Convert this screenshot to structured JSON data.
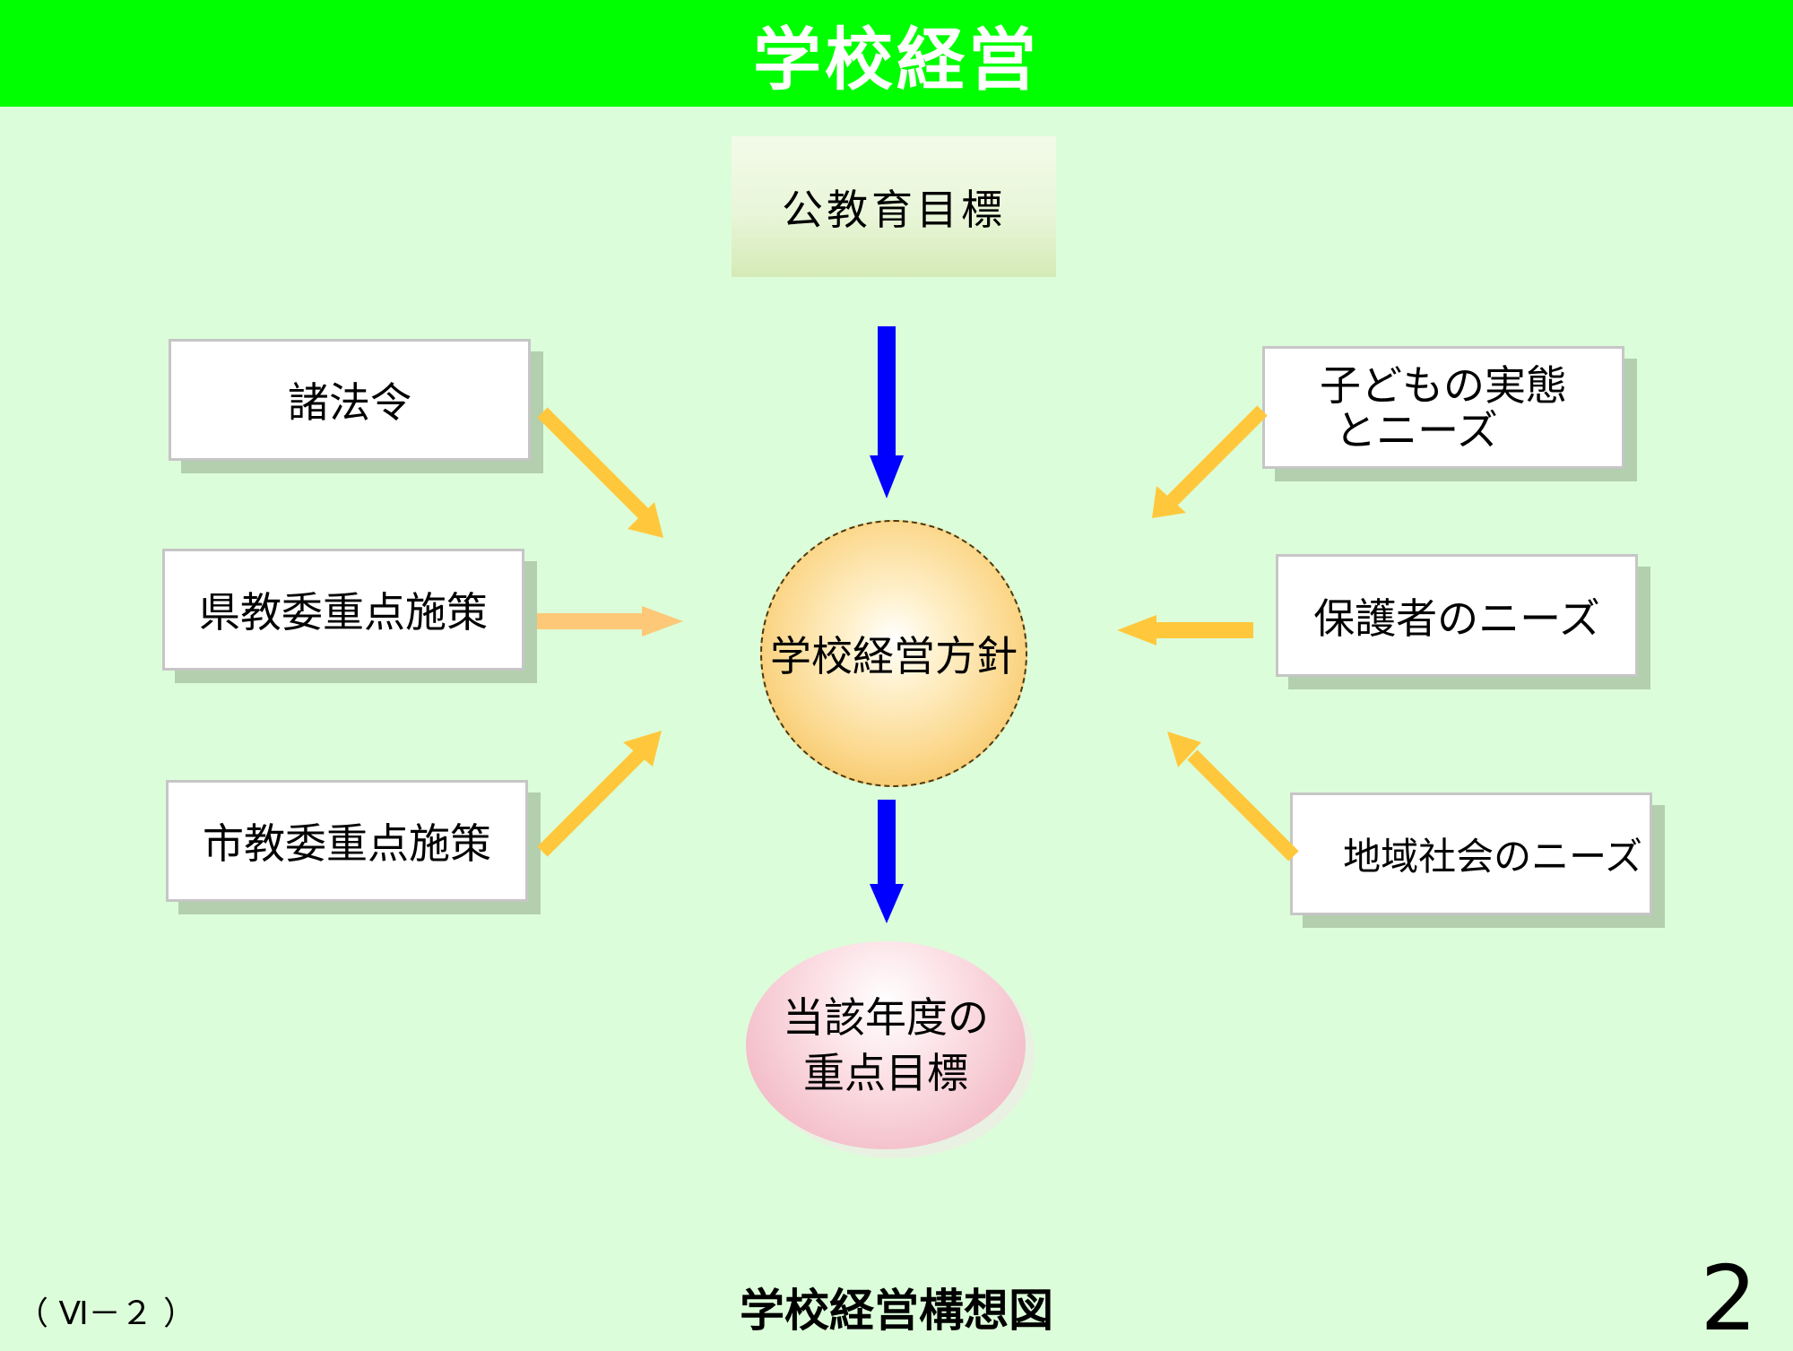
{
  "header": {
    "title": "学校経営"
  },
  "top_goal": "公教育目標",
  "center": "学校経営方針",
  "bottom": {
    "line1": "当該年度の",
    "line2": "重点目標"
  },
  "left_boxes": [
    "諸法令",
    "県教委重点施策",
    "市教委重点施策"
  ],
  "right_boxes": {
    "children_line1": "子どもの実態",
    "children_line2": "とニーズ",
    "guardians": "保護者のニーズ",
    "community": "地域社会のニーズ"
  },
  "footer": {
    "code": "（ Ⅵ－２ ）",
    "caption": "学校経営構想図",
    "page": "2"
  },
  "colors": {
    "header": "#00ff00",
    "background": "#dcfdd9",
    "blue_arrow": "#0000ff",
    "orange_arrow": "#ffc83c"
  }
}
